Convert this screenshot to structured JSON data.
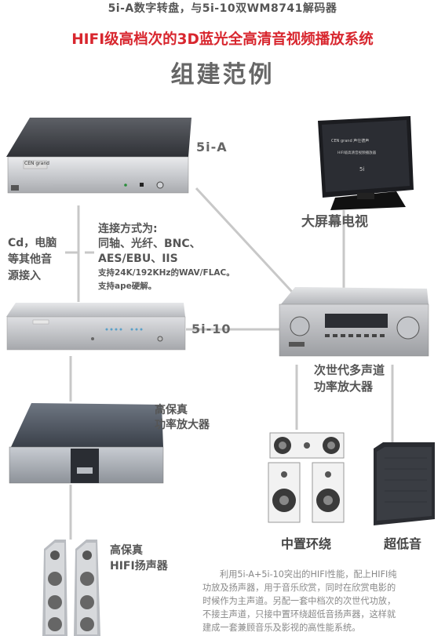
{
  "header": {
    "top_text": "5i-A数字转盘，与5i-10双WM8741解码器",
    "title": "HIFI级高档次的3D蓝光全高清音视频播放系统",
    "subtitle": "组建范例"
  },
  "devices": {
    "player_5ia": {
      "label": "5i-A",
      "brand_plate": "CEN grand"
    },
    "decoder_5i10": {
      "label": "5i-10"
    },
    "hifi_amp": {
      "label_line1": "高保真",
      "label_line2": "功率放大器"
    },
    "tv": {
      "label": "大屏幕电视",
      "screen_brand": "CEN grand 声仕德声",
      "screen_line": "HIFI级高清音视频播放器",
      "screen_model": "5i"
    },
    "av_receiver": {
      "label_line1": "次世代多声道",
      "label_line2": "功率放大器"
    },
    "hifi_speakers": {
      "label_line1": "高保真",
      "label_line2": "HIFI扬声器"
    },
    "center_surround": {
      "label": "中置环绕"
    },
    "subwoofer": {
      "label": "超低音"
    }
  },
  "source_note": {
    "line1": "Cd，电脑",
    "line2": "等其他音",
    "line3": "源接入"
  },
  "connection_note": {
    "line1": "连接方式为:",
    "line2": "同轴、光纤、BNC、",
    "line3": "AES/EBU、IIS",
    "line4": "支持24K/192KHz的WAV/FLAC。",
    "line5": "支持ape硬解。"
  },
  "footer": {
    "lines": [
      "利用5i-A+5i-10突出的HIFI性能，配上HIFI纯",
      "功放及扬声器，用于音乐欣赏，同时在欣赏电影的",
      "时候作为主声道。另配一套中档次的次世代功放，",
      "不接主声道，只接中置环绕超低音扬声器，这样就",
      "建成一套兼顾音乐及影视的高性能系统。"
    ]
  }
}
